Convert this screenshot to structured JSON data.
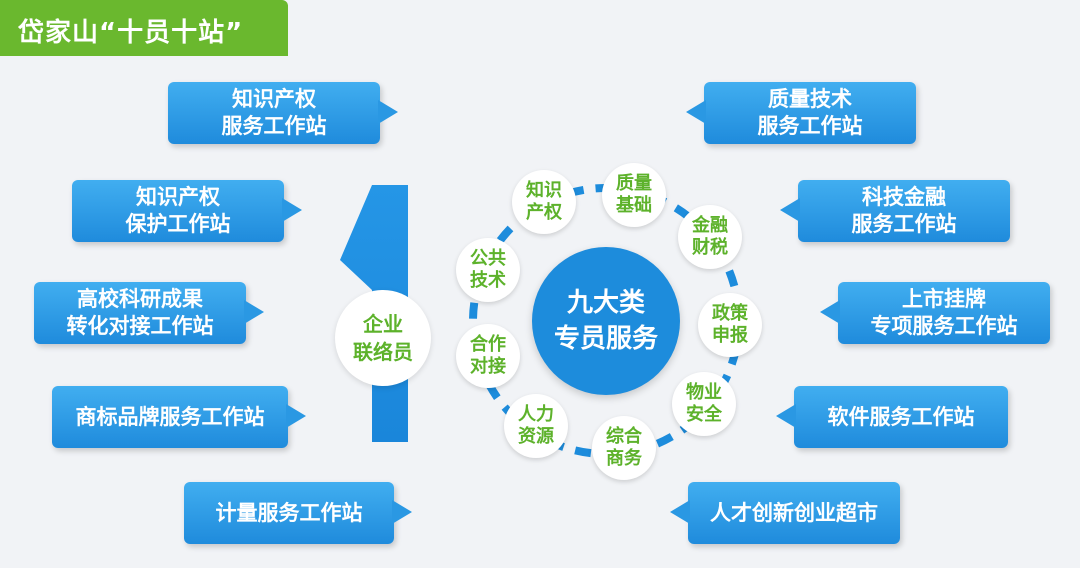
{
  "title": "岱家山“十员十站”",
  "left_stations": [
    {
      "lines": [
        "知识产权",
        "服务工作站"
      ]
    },
    {
      "lines": [
        "知识产权",
        "保护工作站"
      ]
    },
    {
      "lines": [
        "高校科研成果",
        "转化对接工作站"
      ]
    },
    {
      "lines": [
        "商标品牌服务工作站"
      ]
    },
    {
      "lines": [
        "计量服务工作站"
      ]
    }
  ],
  "right_stations": [
    {
      "lines": [
        "质量技术",
        "服务工作站"
      ]
    },
    {
      "lines": [
        "科技金融",
        "服务工作站"
      ]
    },
    {
      "lines": [
        "上市挂牌",
        "专项服务工作站"
      ]
    },
    {
      "lines": [
        "软件服务工作站"
      ]
    },
    {
      "lines": [
        "人才创新创业超市"
      ]
    }
  ],
  "enterprise": {
    "lines": [
      "企业",
      "联络员"
    ]
  },
  "center": {
    "lines": [
      "九大类",
      "专员服务"
    ]
  },
  "ring_nodes": [
    {
      "lines": [
        "质量",
        "基础"
      ]
    },
    {
      "lines": [
        "金融",
        "财税"
      ]
    },
    {
      "lines": [
        "政策",
        "申报"
      ]
    },
    {
      "lines": [
        "物业",
        "安全"
      ]
    },
    {
      "lines": [
        "综合",
        "商务"
      ]
    },
    {
      "lines": [
        "人力",
        "资源"
      ]
    },
    {
      "lines": [
        "合作",
        "对接"
      ]
    },
    {
      "lines": [
        "公共",
        "技术"
      ]
    },
    {
      "lines": [
        "知识",
        "产权"
      ]
    }
  ],
  "colors": {
    "green": "#6ab82e",
    "blue": "#1f8bdc",
    "text_green": "#5db22b"
  }
}
